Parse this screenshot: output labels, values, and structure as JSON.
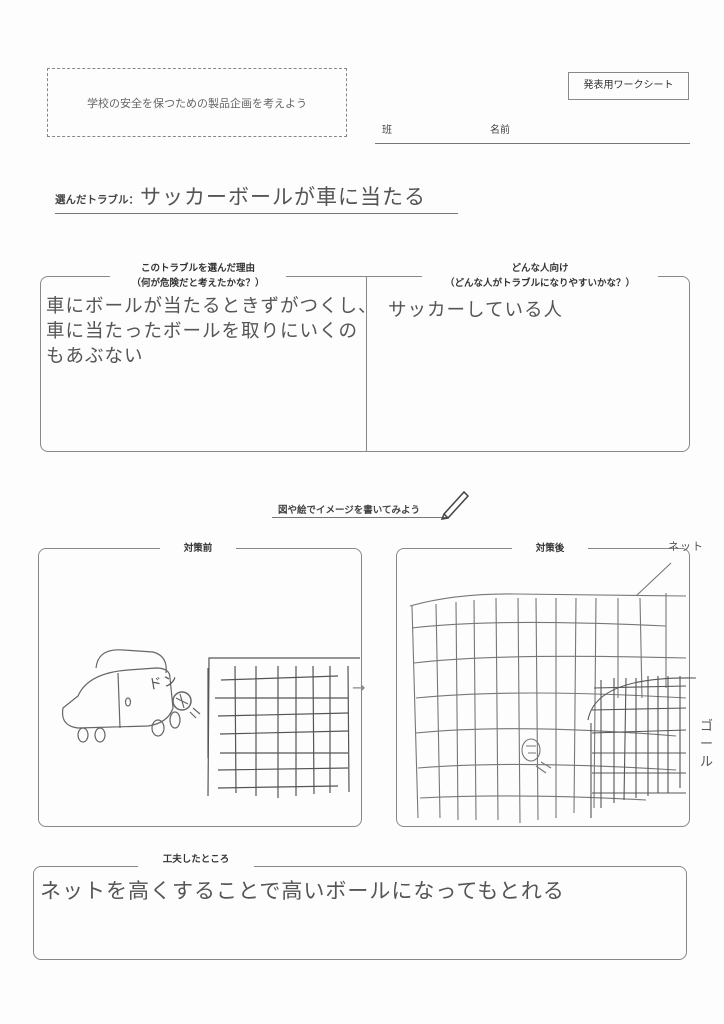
{
  "header": {
    "theme": "学校の安全を保つための製品企画を考えよう",
    "worksheet_label": "発表用ワークシート",
    "group_label": "班",
    "name_label": "名前"
  },
  "trouble": {
    "label": "選んだトラブル：",
    "answer": "サッカーボールが車に当たる"
  },
  "reason": {
    "title": "このトラブルを選んだ理由",
    "subtitle": "（何が危険だと考えたかな？）",
    "answer_lines": [
      "車にボールが当たるときずがつくし、",
      "車に当たったボールを取りにいくの",
      "もあぶない"
    ]
  },
  "target": {
    "title": "どんな人向け",
    "subtitle": "（どんな人がトラブルになりやすいかな？）",
    "answer": "サッカーしている人"
  },
  "drawing": {
    "heading": "図や絵でイメージを書いてみよう",
    "before_label": "対策前",
    "after_label": "対策後",
    "sound_effect": "ドン",
    "net_note": "ネット",
    "goal_note": "ゴール"
  },
  "ingenuity": {
    "title": "工夫したところ",
    "answer": "ネットを高くすることで高いボールになってもとれる"
  }
}
